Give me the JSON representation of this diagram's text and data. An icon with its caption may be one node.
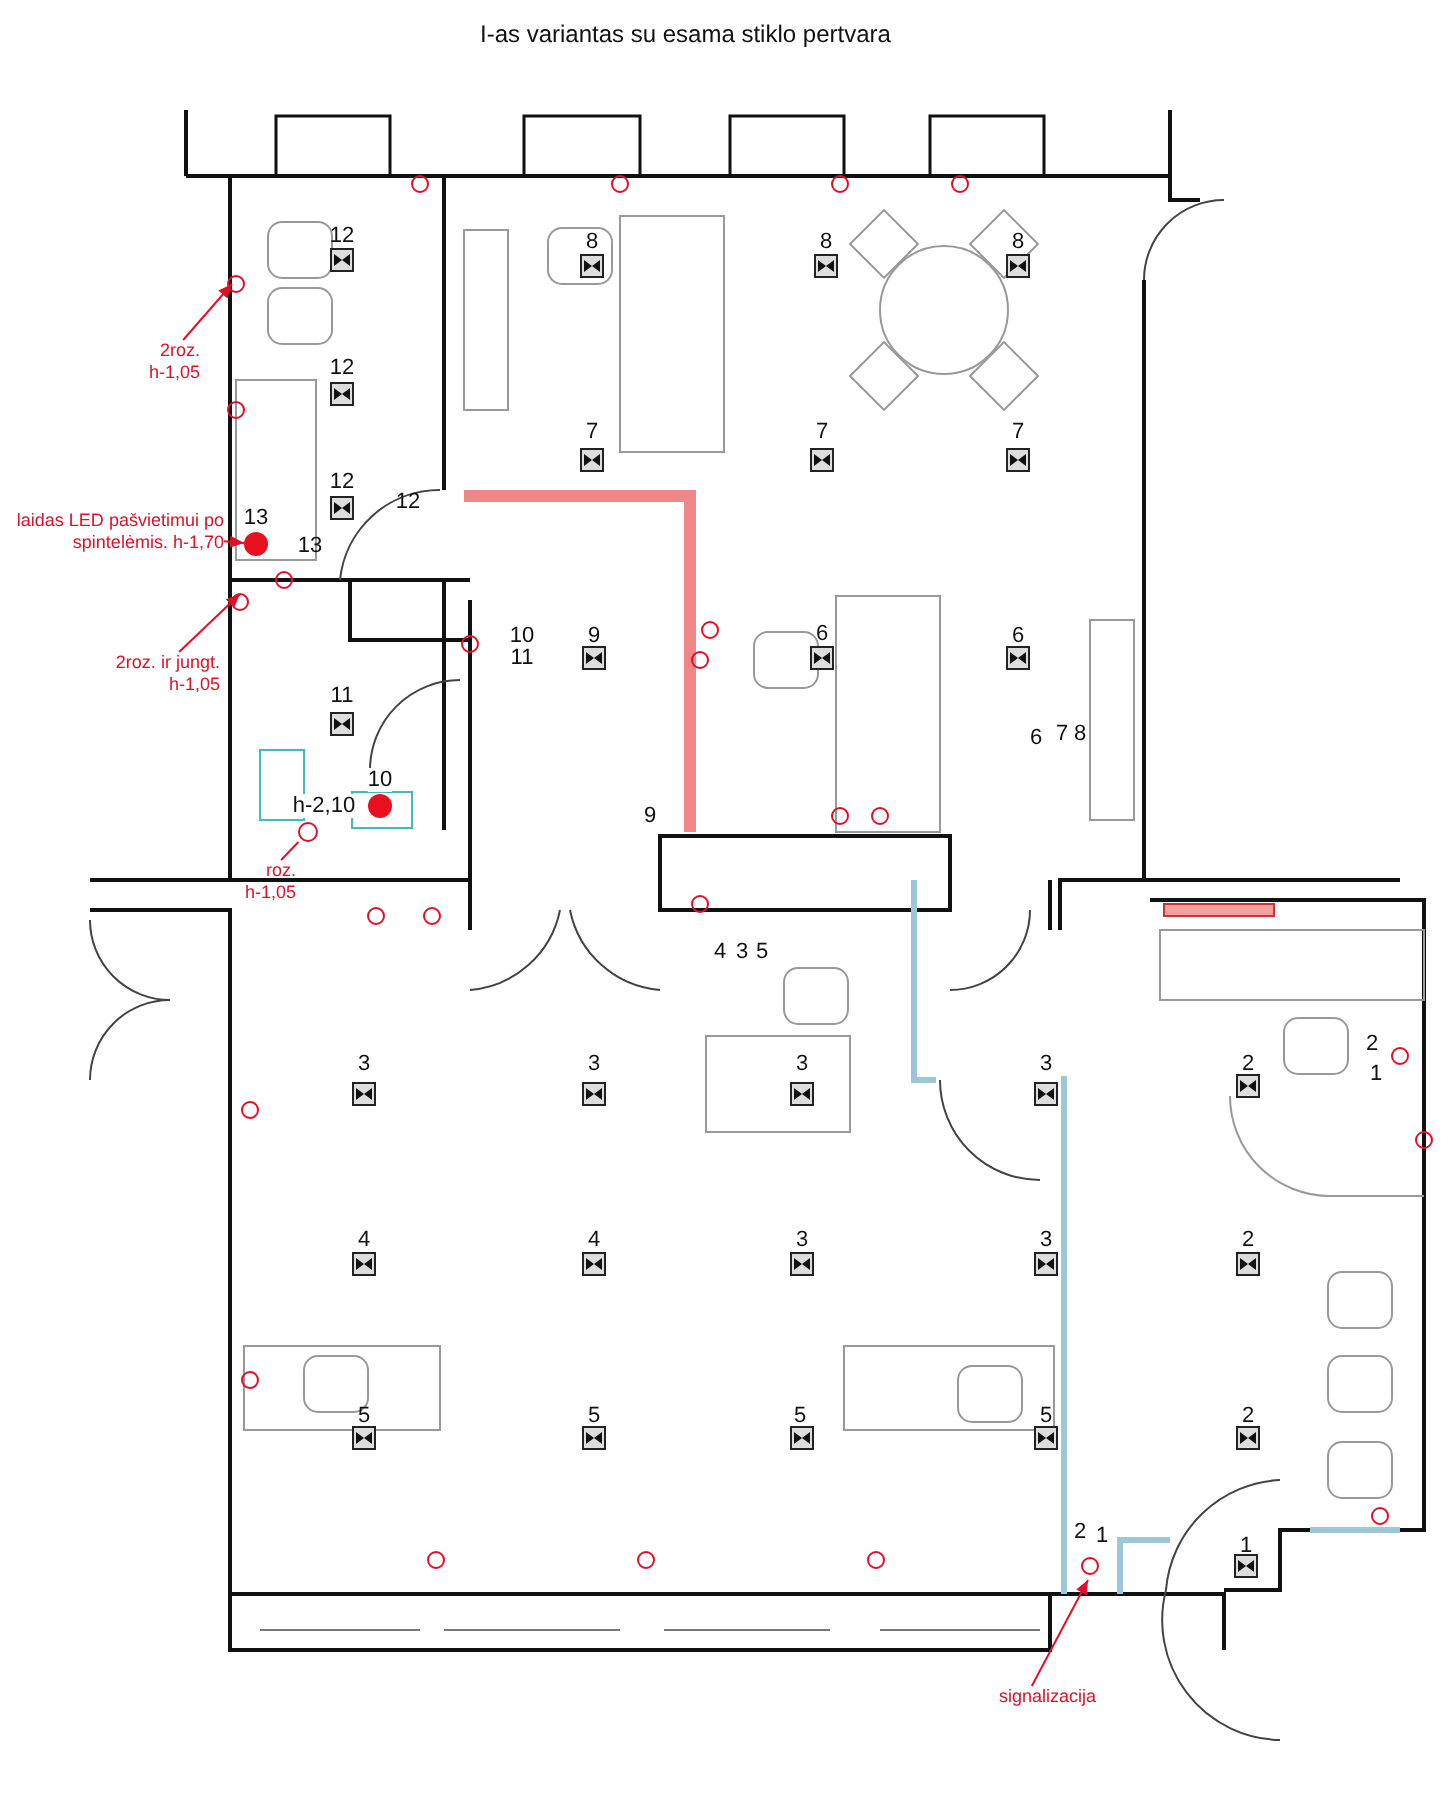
{
  "diagram": {
    "title": "I-as variantas su esama stiklo pertvara",
    "nodes": [
      {
        "text": [
          "2roz. h-1,05"
        ]
      },
      {
        "text": [
          "laidas LED pašvietimui po spintelėmis. h-1,70"
        ]
      },
      {
        "text": [],
        "shape": "circle",
        "beside": [
          "13"
        ]
      },
      {
        "text": [
          "2roz. ir jungt. h-1,05"
        ]
      },
      {
        "text": [
          "roz. h-1,05"
        ]
      },
      {
        "text": [],
        "shape": "circle",
        "beside": [
          "10",
          "h-2,10"
        ]
      },
      {
        "text": [
          "signalizacija"
        ]
      },
      {
        "text": [],
        "shape": "circle"
      }
    ],
    "edges": [
      {
        "from": 0,
        "to": null,
        "arrow": "to"
      },
      {
        "from": 1,
        "to": 2,
        "arrow": "to"
      },
      {
        "from": 3,
        "to": null,
        "arrow": "to"
      },
      {
        "from": 4,
        "to": 7,
        "arrow": "none"
      },
      {
        "from": 6,
        "to": null,
        "arrow": "to"
      }
    ],
    "labels": [
      "12",
      "8",
      "8",
      "8",
      "12",
      "7",
      "7",
      "7",
      "12",
      "12",
      "13",
      "10",
      "9",
      "6",
      "6",
      "11",
      "11",
      "6",
      "7",
      "8",
      "9",
      "4",
      "3",
      "5",
      "3",
      "3",
      "3",
      "3",
      "2",
      "2",
      "1",
      "4",
      "4",
      "3",
      "3",
      "2",
      "5",
      "5",
      "5",
      "5",
      "2",
      "2",
      "1",
      "1"
    ]
  }
}
